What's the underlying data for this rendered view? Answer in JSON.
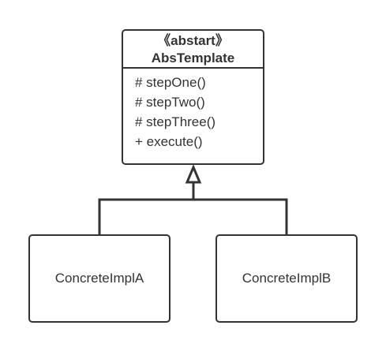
{
  "diagram": {
    "abstract_class": {
      "stereotype": "《abstart》",
      "name": "AbsTemplate",
      "methods": [
        "# stepOne()",
        "# stepTwo()",
        "# stepThree()",
        "+ execute()"
      ]
    },
    "concrete_classes": [
      {
        "name": "ConcreteImplA"
      },
      {
        "name": "ConcreteImplB"
      }
    ],
    "colors": {
      "stroke": "#333333",
      "background": "#ffffff",
      "text": "#333333"
    }
  }
}
